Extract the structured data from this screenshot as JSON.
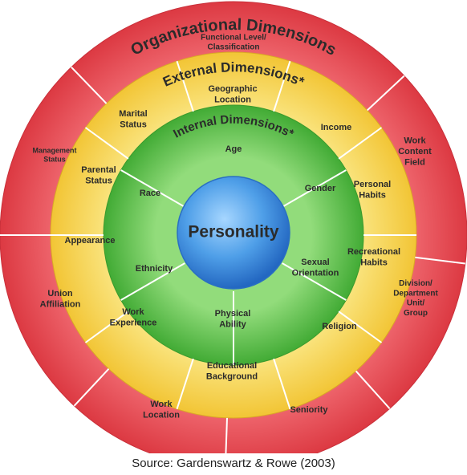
{
  "diagram": {
    "core": "Personality",
    "internal": {
      "title": "Internal Dimensions*",
      "items": [
        "Age",
        "Gender",
        "Sexual\nOrientation",
        "Physical\nAbility",
        "Ethnicity",
        "Race"
      ]
    },
    "external": {
      "title": "External Dimensions*",
      "items": [
        "Geographic\nLocation",
        "Income",
        "Personal\nHabits",
        "Recreational\nHabits",
        "Religion",
        "Educational\nBackground",
        "Work\nExperience",
        "Appearance",
        "Parental\nStatus",
        "Marital\nStatus"
      ]
    },
    "organizational": {
      "title": "Organizational Dimensions",
      "items": [
        "Functional Level/\nClassification",
        "Work\nContent\nField",
        "Division/\nDepartment\nUnit/\nGroup",
        "Seniority",
        "Work\nLocation",
        "Union\nAffiliation",
        "Management\nStatus"
      ]
    },
    "colors": {
      "outer": "#e8474f",
      "middle": "#f5d24a",
      "inner": "#5cc24a",
      "core": "#3d92e0"
    }
  },
  "caption": "Source: Gardenswartz & Rowe (2003)"
}
